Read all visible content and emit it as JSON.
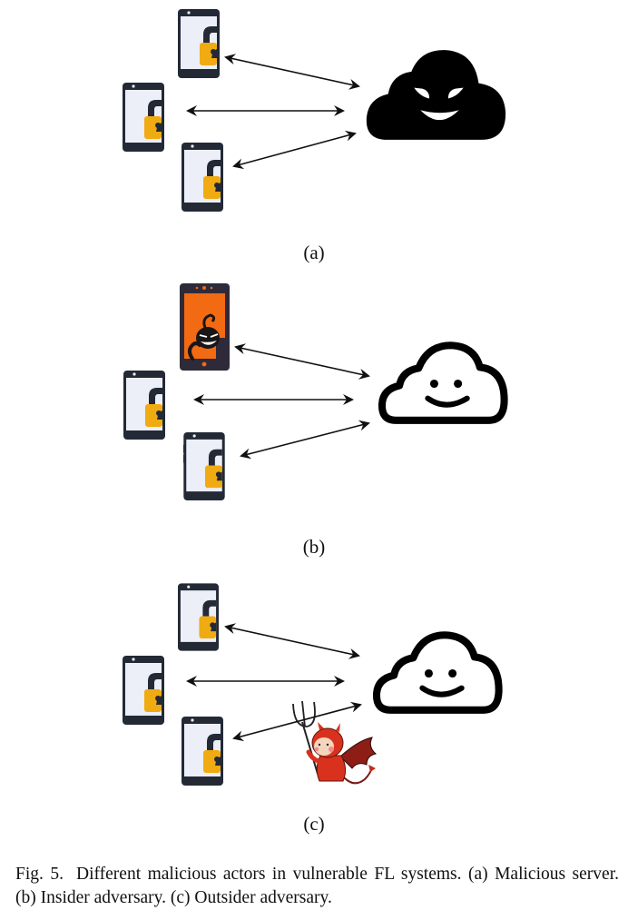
{
  "figure": {
    "number_label": "Fig. 5.",
    "caption": "Different malicious actors in vulnerable FL systems. (a) Malicious server. (b) Insider adversary. (c) Outsider adversary.",
    "colors": {
      "phone_body": "#232a36",
      "phone_screen": "#eceef8",
      "lock_body": "#f0ab12",
      "insider_screen": "#f26a12",
      "devil_red": "#d8321e",
      "ink": "#000000"
    },
    "panels": [
      {
        "label": "(a)",
        "title": "Malicious server",
        "clients": [
          "locked-phone",
          "locked-phone",
          "locked-phone"
        ],
        "server": "evil-cloud",
        "links": "bidirectional",
        "adversary": null
      },
      {
        "label": "(b)",
        "title": "Insider adversary",
        "clients": [
          "hacker-phone",
          "locked-phone",
          "locked-phone"
        ],
        "server": "smiling-cloud",
        "links": "bidirectional",
        "adversary": "hacker-on-device"
      },
      {
        "label": "(c)",
        "title": "Outsider adversary",
        "clients": [
          "locked-phone",
          "locked-phone",
          "locked-phone"
        ],
        "server": "smiling-cloud",
        "links": "bidirectional",
        "adversary": "devil-with-trident"
      }
    ]
  }
}
